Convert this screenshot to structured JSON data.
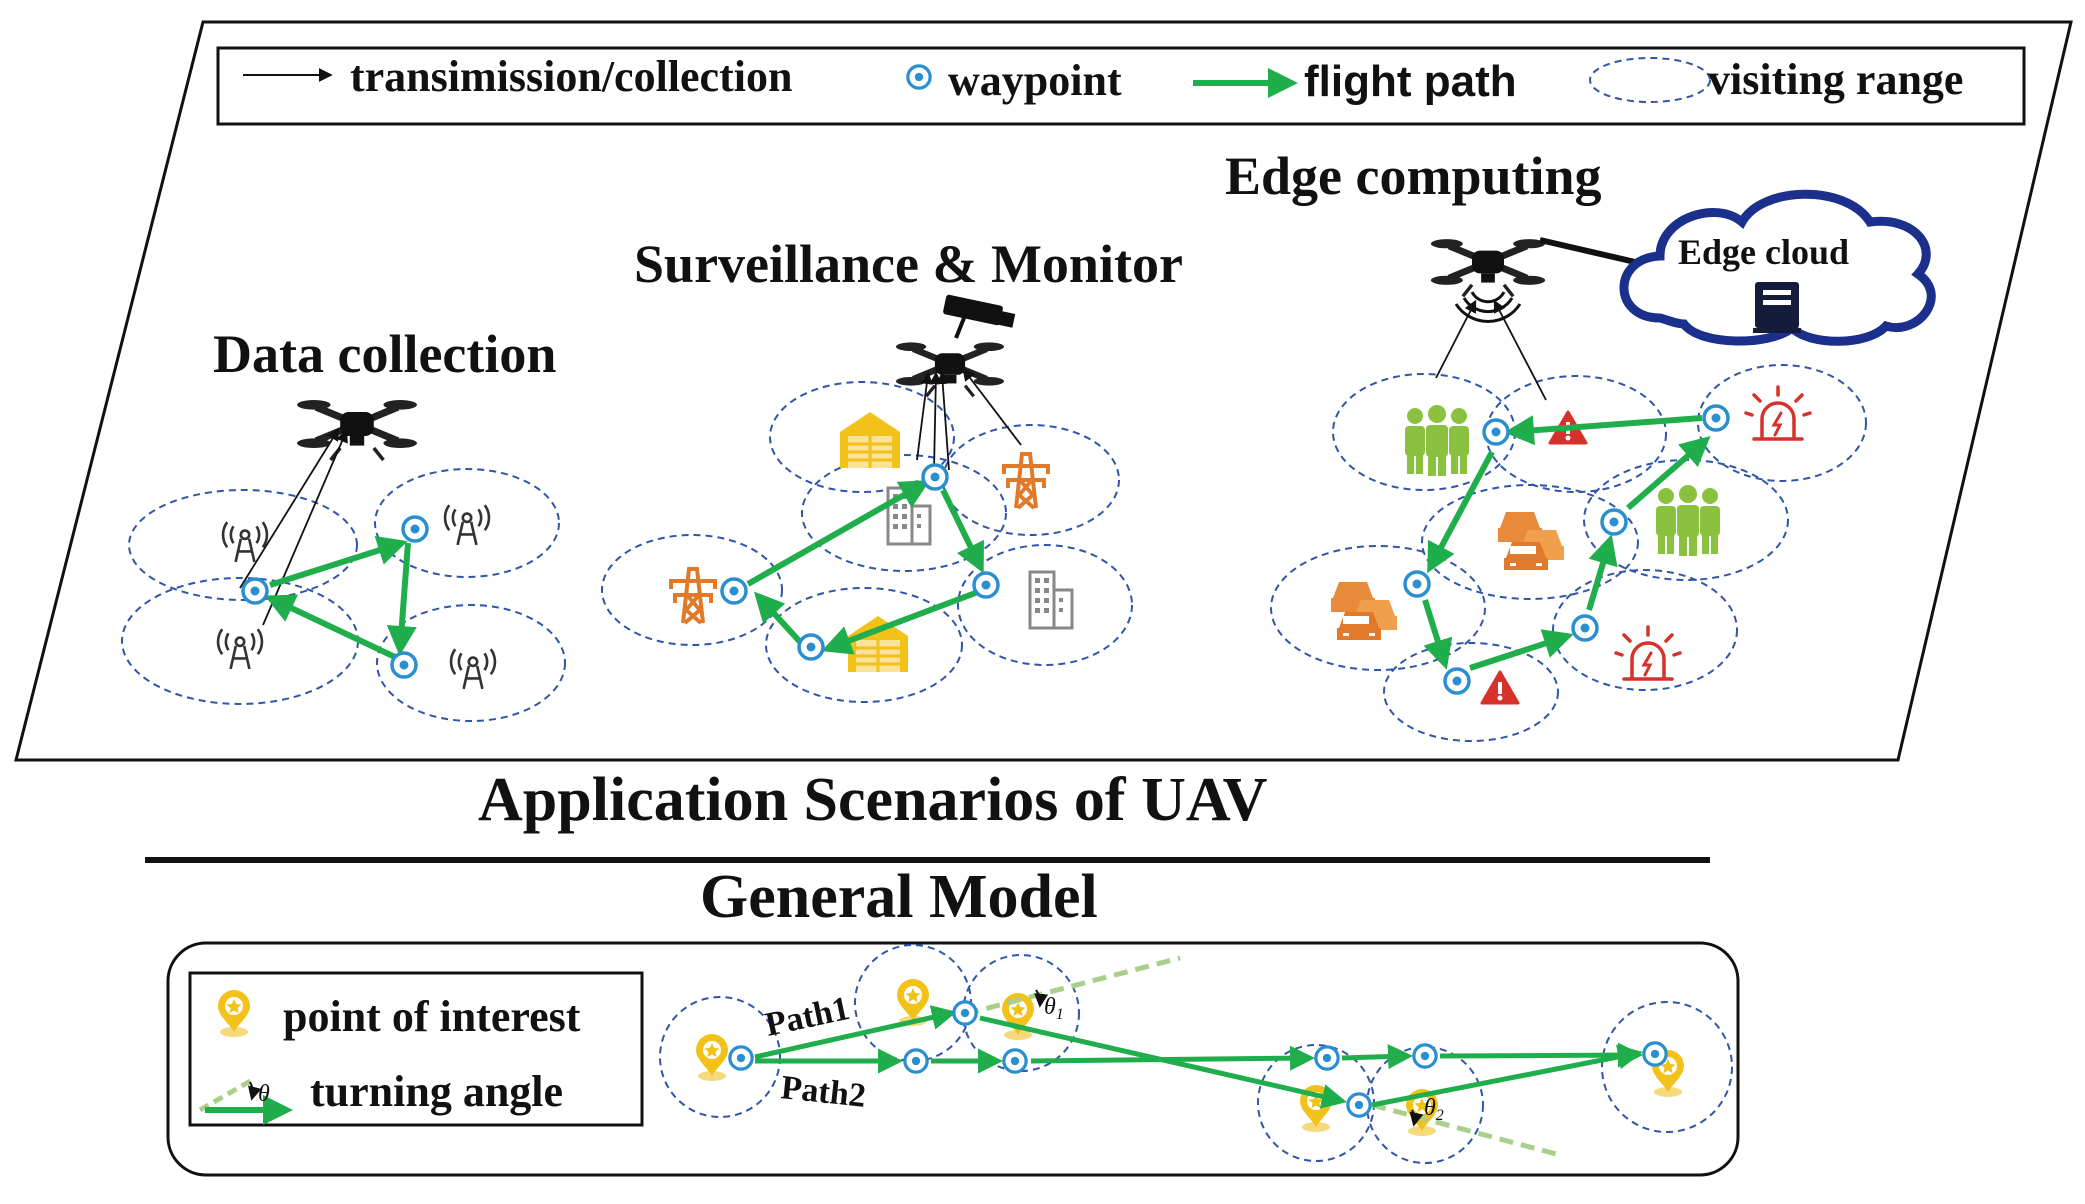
{
  "legend_top": {
    "transmission": "transimission/collection",
    "waypoint": "waypoint",
    "flight_path": "flight path",
    "visiting_range": "visiting range"
  },
  "scenarios": {
    "data_collection": "Data collection",
    "surveillance": "Surveillance & Monitor",
    "edge_computing": "Edge computing",
    "edge_cloud": "Edge cloud"
  },
  "title_main": "Application Scenarios of  UAV",
  "title_general": "General  Model",
  "legend_bottom": {
    "poi": "point of interest",
    "turning_angle": "turning angle",
    "theta_symbol": "θ"
  },
  "general_model": {
    "path1": "Path1",
    "path2": "Path2",
    "theta1": "θ",
    "theta1_sub": "1",
    "theta2": "θ",
    "theta2_sub": "2"
  },
  "colors": {
    "green": "#1fae4b",
    "blue_dash": "#2f56a8",
    "waypoint_blue": "#2a8fd0",
    "orange": "#e07a2a",
    "yellow": "#f2c21b",
    "red": "#d6322b",
    "people_green": "#8ac23f"
  }
}
